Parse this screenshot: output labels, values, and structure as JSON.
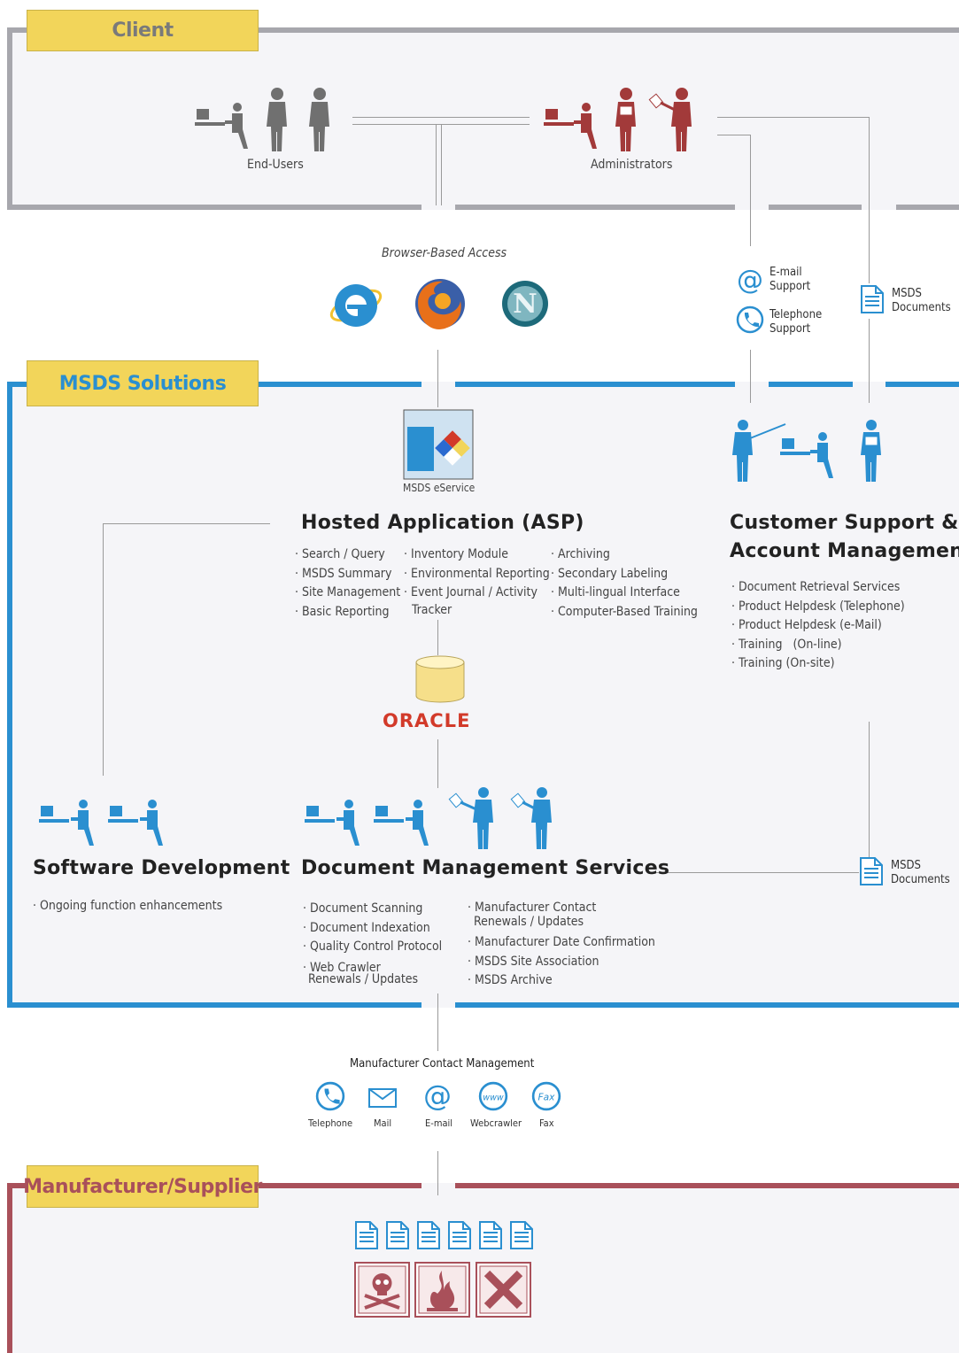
{
  "zones": {
    "client": {
      "label": "Client"
    },
    "solutions": {
      "label": "MSDS Solutions"
    },
    "manufacturer": {
      "label": "Manufacturer/Supplier"
    }
  },
  "client": {
    "end_users_label": "End-Users",
    "administrators_label": "Administrators"
  },
  "access": {
    "browser_label": "Browser-Based Access",
    "email_support": "E-mail Support",
    "telephone_support": "Telephone Support",
    "msds_documents": "MSDS Documents"
  },
  "hosted": {
    "icon_caption": "MSDS eService",
    "title": "Hosted Application (ASP)",
    "col1": [
      "Search / Query",
      "MSDS Summary",
      "Site Management",
      "Basic Reporting"
    ],
    "col2": [
      "Inventory Module",
      "Environmental Reporting",
      "Event Journal / Activity"
    ],
    "col2_cont": "Tracker",
    "col3": [
      "Archiving",
      "Secondary Labeling",
      "Multi-lingual Interface",
      "Computer-Based Training"
    ]
  },
  "oracle": {
    "label": "ORACLE"
  },
  "customer_support": {
    "title_line1": "Customer Support &",
    "title_line2": "Account Management",
    "items": [
      "Document Retrieval Services",
      "Product Helpdesk (Telephone)",
      "Product Helpdesk (e-Mail)",
      "Training   (On-line)",
      "Training (On-site)"
    ]
  },
  "software": {
    "title": "Software Development",
    "items": [
      "Ongoing function enhancements"
    ]
  },
  "docmgmt": {
    "title": "Document Management Services",
    "col1": [
      "Document Scanning",
      "Document Indexation",
      "Quality Control Protocol",
      "Web Crawler"
    ],
    "col1_cont": "Renewals / Updates",
    "col2_first": "Manufacturer Contact",
    "col2_first_cont": "Renewals / Updates",
    "col2": [
      "Manufacturer Date Confirmation",
      "MSDS Site Association",
      "MSDS Archive"
    ],
    "msds_documents": "MSDS Documents"
  },
  "contact": {
    "title": "Manufacturer Contact Management",
    "items": [
      "Telephone",
      "Mail",
      "E-mail",
      "Webcrawler",
      "Fax"
    ]
  },
  "colors": {
    "client": "#a7a7ad",
    "solutions": "#2a8fd0",
    "manufacturer": "#a9505a",
    "tag": "#f2d55a",
    "person_grey": "#707070",
    "person_red": "#a23a3a",
    "person_blue": "#2a8fd0"
  }
}
